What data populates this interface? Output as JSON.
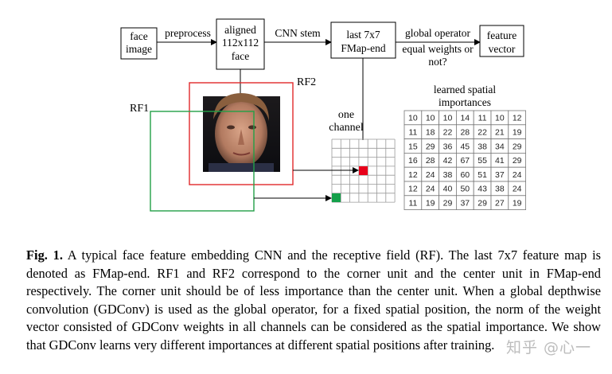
{
  "boxes": {
    "face_image": [
      "face",
      "image"
    ],
    "aligned": [
      "aligned",
      "112x112",
      "face"
    ],
    "fmap": [
      "last 7x7",
      "FMap-end"
    ],
    "feature": [
      "feature",
      "vector"
    ]
  },
  "edges": {
    "preprocess": "preprocess",
    "cnn_stem": "CNN stem",
    "global_operator": "global operator",
    "question": [
      "equal weights or",
      "not?"
    ]
  },
  "rf_labels": {
    "rf1": "RF1",
    "rf2": "RF2"
  },
  "one_channel": [
    "one",
    "channel"
  ],
  "spatial_title": [
    "learned spatial",
    "importances"
  ],
  "importance_grid": [
    [
      10,
      10,
      10,
      14,
      11,
      10,
      12
    ],
    [
      11,
      18,
      22,
      28,
      22,
      21,
      19
    ],
    [
      15,
      29,
      36,
      45,
      38,
      34,
      29
    ],
    [
      16,
      28,
      42,
      67,
      55,
      41,
      29
    ],
    [
      12,
      24,
      38,
      60,
      51,
      37,
      24
    ],
    [
      12,
      24,
      40,
      50,
      43,
      38,
      24
    ],
    [
      11,
      19,
      29,
      37,
      29,
      27,
      19
    ]
  ],
  "colors": {
    "rf1": "#22a046",
    "rf2": "#e0292b",
    "center_cell": "#e8001a",
    "corner_cell": "#14a04a"
  },
  "caption": {
    "label": "Fig. 1.",
    "text": " A typical face feature embedding CNN and the receptive field (RF). The last 7x7 feature map is denoted as FMap-end. RF1 and RF2 correspond to the corner unit and the center unit in FMap-end respectively. The corner unit should be of less importance than the center unit. When a global depthwise convolution (GDConv) is used as the global operator, for a fixed spatial position, the norm of the weight vector consisted of GDConv weights in all channels can be considered as the spatial importance. We show that GDConv learns very different importances at different spatial positions after training."
  },
  "watermark": "知乎 @心一"
}
